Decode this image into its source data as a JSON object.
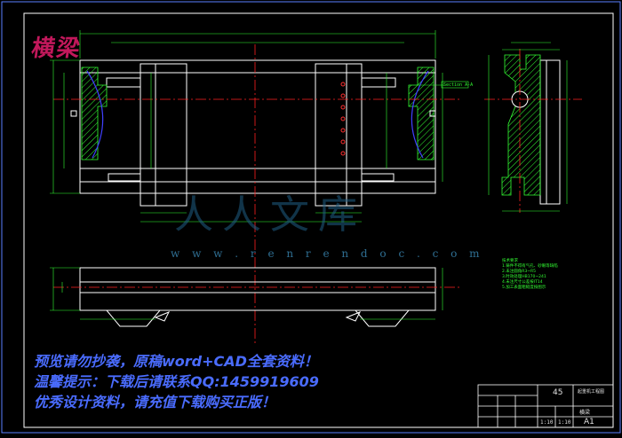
{
  "drawing": {
    "title_mark": "横梁",
    "watermark_brand": "人人文库",
    "watermark_url": "w w w . r e n r e n d o c . c o m",
    "section_tag": "Section A-A",
    "technical_notes": [
      "技术要求",
      "1.铸件不得有气孔、砂眼等缺陷",
      "2.未注圆角R3~R5",
      "3.时效处理HB170~241",
      "4.未注尺寸公差按IT14",
      "5.加工表面粗糙度按图示"
    ]
  },
  "notices": [
    "预览请勿抄袭，原稿word+CAD全套资料！",
    "温馨提示：下载后请联系QQ:1459919609",
    "优秀设计资料，请充值下载购买正版！"
  ],
  "title_block": {
    "quantity": "45",
    "part_name": "横梁",
    "drawing_title": "起重机工程图",
    "sheet_size": "A1",
    "scale_left": "1:10",
    "scale_right": "1:10"
  },
  "colors": {
    "background": "#000000",
    "outline": "#ffffff",
    "dimension": "#33ff33",
    "centerline": "#ff2020",
    "hatch": "#33ff33",
    "curve": "#4040ff",
    "title_mark": "#c2185b",
    "notice": "#4a6cff"
  }
}
